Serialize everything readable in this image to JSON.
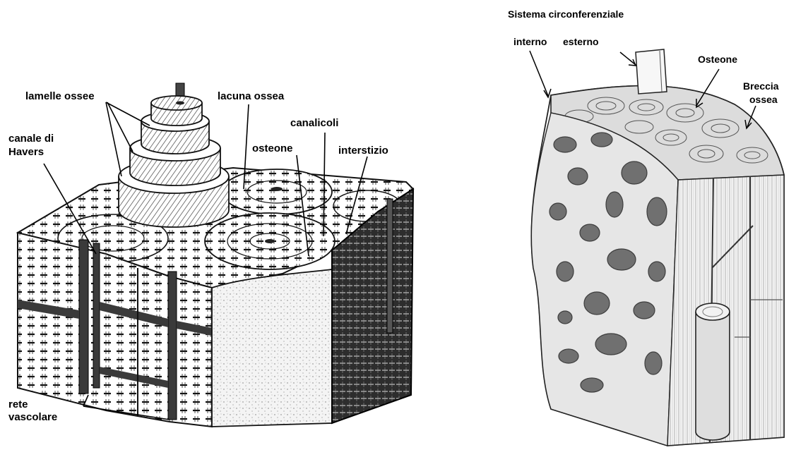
{
  "left_figure": {
    "labels": {
      "lamelle_ossee": "lamelle ossee",
      "lacuna_ossea": "lacuna ossea",
      "canalicoli": "canalicoli",
      "canale_di_havers_line1": "canale di",
      "canale_di_havers_line2": "Havers",
      "osteone": "osteone",
      "interstizio": "interstizio",
      "rete_vascolare_line1": "rete",
      "rete_vascolare_line2": "vascolare"
    }
  },
  "right_figure": {
    "labels": {
      "sistema_circonferenziale": "Sistema circonferenziale",
      "interno": "interno",
      "esterno": "esterno",
      "osteone": "Osteone",
      "breccia_line1": "Breccia",
      "breccia_line2": "ossea"
    }
  },
  "colors": {
    "ink": "#000000",
    "dark_gray": "#3a3a3a",
    "mid_gray": "#8a8a8a",
    "light_gray": "#cfcfcf",
    "paper": "#ffffff"
  }
}
